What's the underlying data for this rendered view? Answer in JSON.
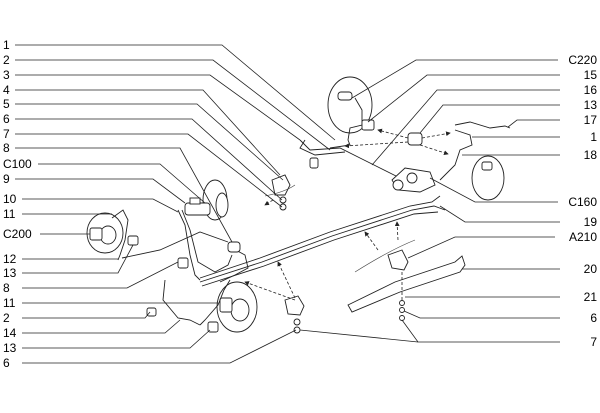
{
  "diagram": {
    "left_labels": [
      "1",
      "2",
      "3",
      "4",
      "5",
      "6",
      "7",
      "8",
      "C100",
      "9",
      "10",
      "11",
      "C200",
      "12",
      "13",
      "8",
      "11",
      "2",
      "14",
      "13",
      "6"
    ],
    "right_labels": [
      "C220",
      "15",
      "16",
      "13",
      "17",
      "1",
      "18",
      "C160",
      "19",
      "A210",
      "20",
      "21",
      "6",
      "7"
    ]
  }
}
